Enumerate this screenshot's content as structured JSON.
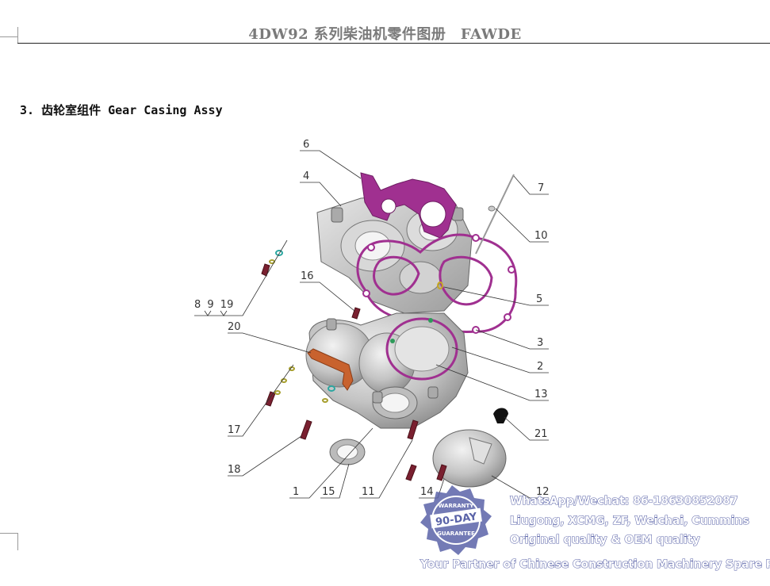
{
  "header": {
    "title": "4DW92 系列柴油机零件图册　FAWDE"
  },
  "section": {
    "heading": "3. 齿轮室组件 Gear Casing Assy"
  },
  "diagram": {
    "callouts": {
      "c6": "6",
      "c4": "4",
      "c7": "7",
      "c10": "10",
      "c16": "16",
      "c8_9_19": "8 9 19",
      "c5": "5",
      "c3": "3",
      "c20": "20",
      "c2": "2",
      "c13": "13",
      "c17": "17",
      "c21": "21",
      "c18": "18",
      "c1": "1",
      "c15": "15",
      "c11": "11",
      "c14": "14",
      "c12": "12"
    }
  },
  "watermark": {
    "badge_top": "WARRANTY",
    "badge_main": "90-DAY",
    "badge_bottom": "GUARANTEE",
    "line1": "WhatsApp/Wechat: 86-18630852087",
    "line2": "Liugong, XCMG, ZF, Weichai, Cummins",
    "line3": "Original quality & OEM quality",
    "tagline": "Your Partner of Chinese Construction Machinery Spare Parts",
    "color": "#5a63a8"
  },
  "colors": {
    "gasket": "#a03090",
    "hose": "#c8622e",
    "bolt": "#7a2030",
    "casting": "#c8c8c8"
  }
}
